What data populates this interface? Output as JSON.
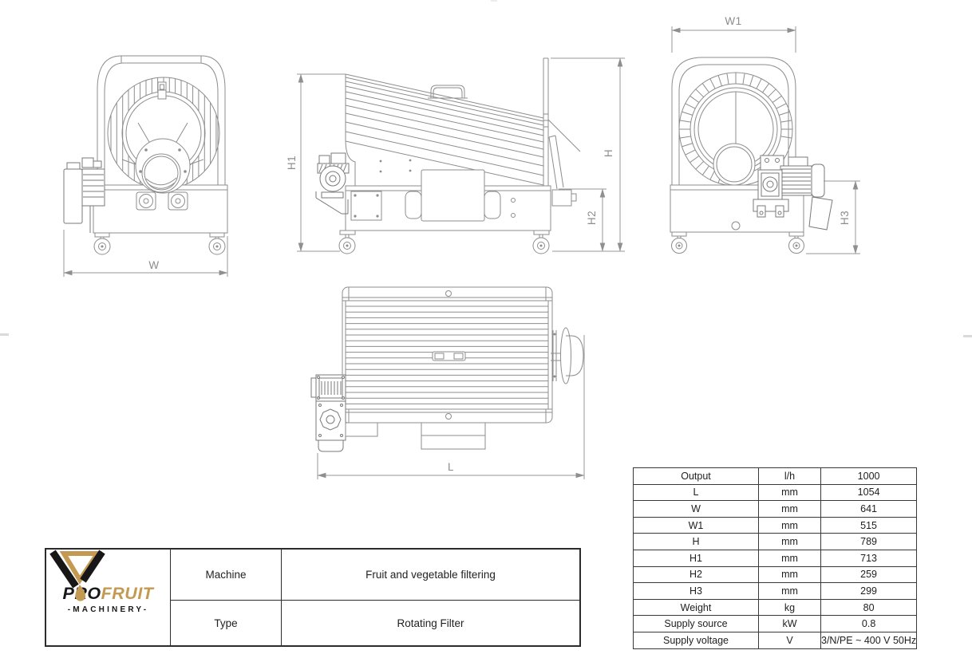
{
  "logo": {
    "brand_primary": "PRO",
    "brand_secondary": "FRUIT",
    "subtitle": "-MACHINERY-"
  },
  "title_block": {
    "rows": [
      {
        "label": "Machine",
        "value": "Fruit and vegetable filtering"
      },
      {
        "label": "Type",
        "value": "Rotating Filter"
      }
    ]
  },
  "spec_table": {
    "rows": [
      {
        "name": "Output",
        "unit": "l/h",
        "value": "1000"
      },
      {
        "name": "L",
        "unit": "mm",
        "value": "1054"
      },
      {
        "name": "W",
        "unit": "mm",
        "value": "641"
      },
      {
        "name": "W1",
        "unit": "mm",
        "value": "515"
      },
      {
        "name": "H",
        "unit": "mm",
        "value": "789"
      },
      {
        "name": "H1",
        "unit": "mm",
        "value": "713"
      },
      {
        "name": "H2",
        "unit": "mm",
        "value": "259"
      },
      {
        "name": "H3",
        "unit": "mm",
        "value": "299"
      },
      {
        "name": "Weight",
        "unit": "kg",
        "value": "80"
      },
      {
        "name": "Supply source",
        "unit": "kW",
        "value": "0.8"
      },
      {
        "name": "Supply voltage",
        "unit": "V",
        "value": "3/N/PE ~ 400 V 50Hz"
      }
    ]
  },
  "dimensions": {
    "w": "W",
    "w1": "W1",
    "h": "H",
    "h1": "H1",
    "h2": "H2",
    "h3": "H3",
    "l": "L"
  },
  "colors": {
    "line": "#8d8d8d",
    "dim_text": "#8c8c8c",
    "gold": "#c49a52",
    "black": "#171717"
  }
}
